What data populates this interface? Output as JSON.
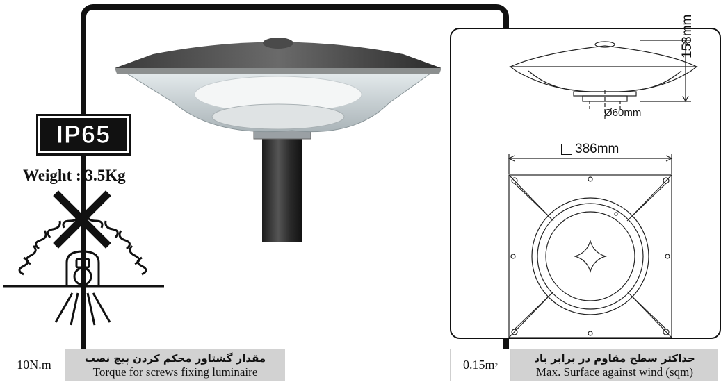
{
  "badge": {
    "ip_rating": "IP65"
  },
  "weight_label": "Weight : 3.5Kg",
  "dimensions": {
    "height": "153mm",
    "pole_diameter": "Ø60mm",
    "square_side": "386mm"
  },
  "torque": {
    "value": "10N.m",
    "label_fa": "مقدار گشتاور محکم کردن پیچ نصب",
    "label_en": "Torque for screws fixing luminaire"
  },
  "wind_surface": {
    "value_base": "0.15m",
    "value_exp": "2",
    "label_fa": "حداکثر سطح مقاوم در برابر باد",
    "label_en": "Max. Surface against wind (sqm)"
  }
}
